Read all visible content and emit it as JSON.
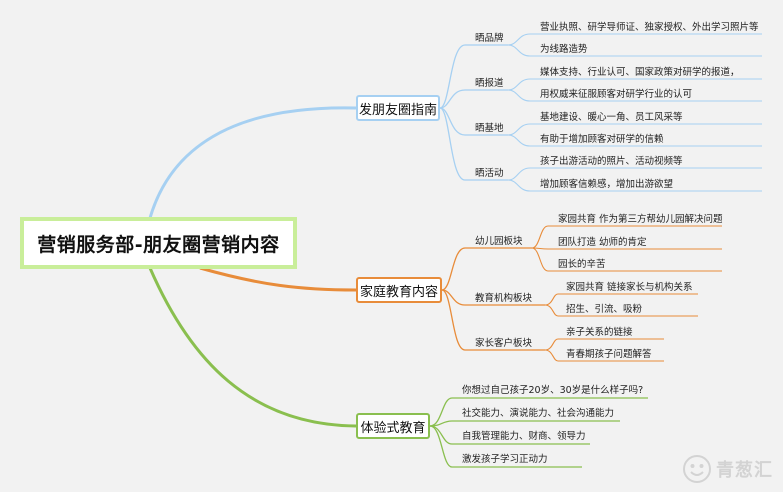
{
  "root": {
    "title": "营销服务部-朋友圈营销内容"
  },
  "colors": {
    "blue": "#a6d0f2",
    "orange": "#e88c3a",
    "green": "#8abf4f",
    "root_border": "#c9ee9a"
  },
  "branches": [
    {
      "label": "发朋友圈指南",
      "color": "blue",
      "subs": [
        {
          "label": "晒品牌",
          "items": [
            "营业执照、研学导师证、独家授权、外出学习照片等",
            "为线路造势"
          ]
        },
        {
          "label": "晒报道",
          "items": [
            "媒体支持、行业认可、国家政策对研学的报道，",
            "用权威来征服顾客对研学行业的认可"
          ]
        },
        {
          "label": "晒基地",
          "items": [
            "基地建设、暖心一角、员工风采等",
            "有助于增加顾客对研学的信赖"
          ]
        },
        {
          "label": "晒活动",
          "items": [
            "孩子出游活动的照片、活动视频等",
            "增加顾客信赖感，增加出游欲望"
          ]
        }
      ]
    },
    {
      "label": "家庭教育内容",
      "color": "orange",
      "subs": [
        {
          "label": "幼儿园板块",
          "items": [
            "家园共育  作为第三方帮幼儿园解决问题",
            "团队打造  幼师的肯定",
            "园长的辛苦"
          ]
        },
        {
          "label": "教育机构板块",
          "items": [
            "家园共育  链接家长与机构关系",
            "招生、引流、吸粉"
          ]
        },
        {
          "label": "家长客户板块",
          "items": [
            "亲子关系的链接",
            "青春期孩子问题解答"
          ]
        }
      ]
    },
    {
      "label": "体验式教育",
      "color": "green",
      "items": [
        "你想过自己孩子20岁、30岁是什么样子吗?",
        "社交能力、演说能力、社会沟通能力",
        "自我管理能力、财商、领导力",
        "激发孩子学习正动力"
      ]
    }
  ],
  "watermark": {
    "text": "青葱汇"
  }
}
